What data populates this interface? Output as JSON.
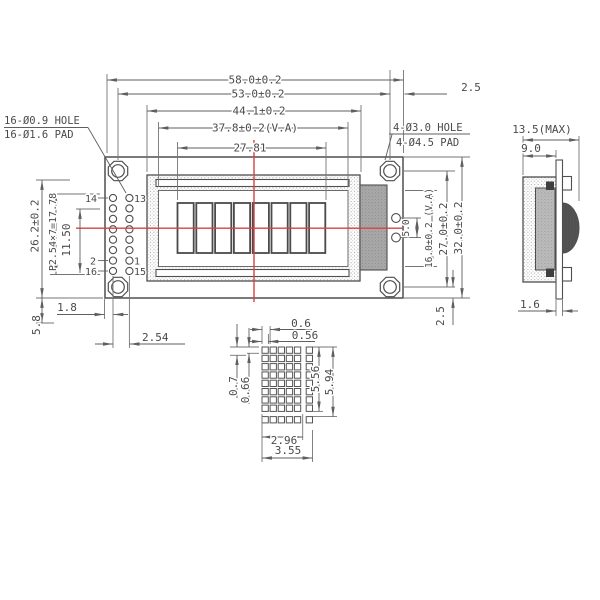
{
  "colors": {
    "line": "#4f4f4f",
    "dim_line": "#5f5f5f",
    "centerline_red": "#d84040",
    "stipple_gray": "#a9a9a9",
    "block_gray": "#a9a9a9",
    "epoxy_dark": "#4e4e4e"
  },
  "front_view": {
    "dims_top": {
      "width_overall": "58.0±0.2",
      "width_mount_holes": "53.0±0.2",
      "width_bezel": "44.1±0.2",
      "width_viewing_area": "37.8±0.2(V.A)",
      "width_char_area": "27.81",
      "hole_edge_offset": "2.5"
    },
    "notes": {
      "pin_hole": "16-Ø0.9 HOLE",
      "pin_pad": "16-Ø1.6 PAD",
      "mount_hole": "4-Ø3.0 HOLE",
      "mount_pad": "4-Ø4.5 PAD"
    },
    "dims_left": {
      "height_left": "26.2±0.2",
      "pin_pitch_total": "P2.54×7=17.78",
      "pin_span": "11.50",
      "pin_offset_x": "1.8",
      "pin_offset_y": "5.8",
      "pin_pitch": "2.54"
    },
    "dims_right": {
      "height_viewing_area": "16.0±0.2 (V.A)",
      "height_mount_holes": "27.0±0.2",
      "height_overall": "32.0±0.2",
      "backlight_pin_span": "5.0",
      "hole_edge_offset": "2.5"
    },
    "pin_labels": {
      "p14": "14",
      "p13": "13",
      "p2": "2",
      "p1": "1",
      "p16": "16",
      "p15": "15"
    }
  },
  "side_view": {
    "dims": {
      "thickness_max": "13.5(MAX)",
      "thickness_body": "9.0",
      "pcb_thickness": "1.6"
    }
  },
  "char_detail": {
    "dims": {
      "dot_pitch_x": "0.6",
      "dot_width": "0.56",
      "dot_pitch_y": "0.7",
      "dot_height": "0.66",
      "char_height": "5.56",
      "char_pitch_y": "5.94",
      "char_width": "2.96",
      "char_pitch_x": "3.55"
    }
  }
}
